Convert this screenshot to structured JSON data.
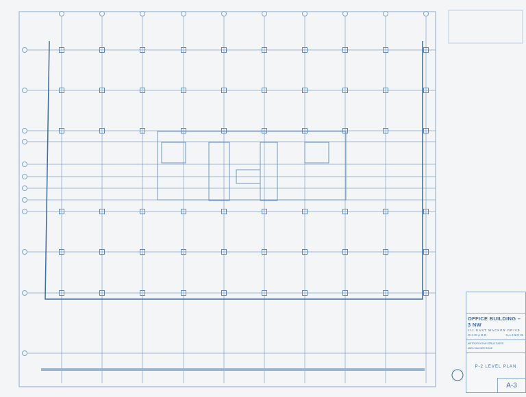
{
  "drawing": {
    "line_color": "#7fa3c9",
    "dark_line_color": "#3d6aa3",
    "paper_color": "#f3f5f7"
  },
  "title_block": {
    "project": "OFFICE BUILDING – 3 NW",
    "street": "111 EAST WACKER DRIVE",
    "city": "CHICAGO",
    "state": "ILLINOIS",
    "credits": [
      "METROPOLITAN STRUCTURES",
      "MIES VAN DER ROHE"
    ],
    "sheet_title": "P-2 LEVEL PLAN",
    "sheet_number": "A-3"
  }
}
